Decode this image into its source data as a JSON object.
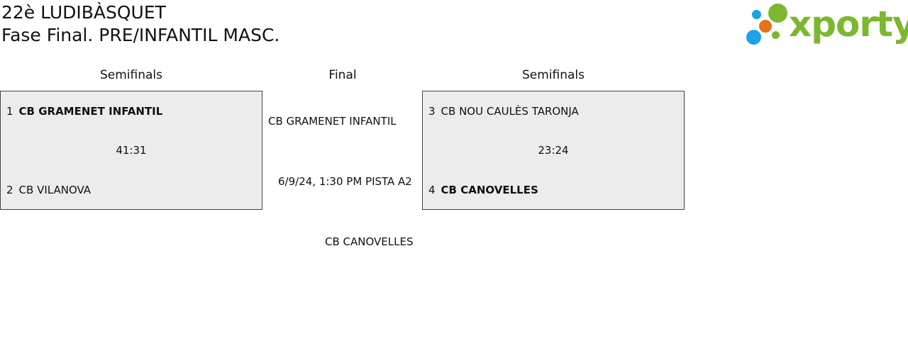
{
  "header": {
    "title_line1": "22è LUDIBÀSQUET",
    "title_line2": "Fase Final. PRE/INFANTIL MASC."
  },
  "logo": {
    "text": "xporty",
    "colors": {
      "green": "#7cb82f",
      "blue": "#1aa3e8",
      "orange": "#e8711a"
    }
  },
  "columns": {
    "left": "Semifinals",
    "middle": "Final",
    "right": "Semifinals"
  },
  "semifinal_left": {
    "team1": {
      "seed": "1",
      "name": "CB GRAMENET INFANTIL",
      "winner": true
    },
    "score": "41:31",
    "team2": {
      "seed": "2",
      "name": "CB VILANOVA",
      "winner": false
    }
  },
  "semifinal_right": {
    "team1": {
      "seed": "3",
      "name": "CB NOU CAULÈS TARONJA",
      "winner": false
    },
    "score": "23:24",
    "team2": {
      "seed": "4",
      "name": "CB CANOVELLES",
      "winner": true
    }
  },
  "final": {
    "team1": "CB GRAMENET INFANTIL",
    "info": "6/9/24, 1:30 PM PISTA A2",
    "team2": "CB CANOVELLES"
  }
}
